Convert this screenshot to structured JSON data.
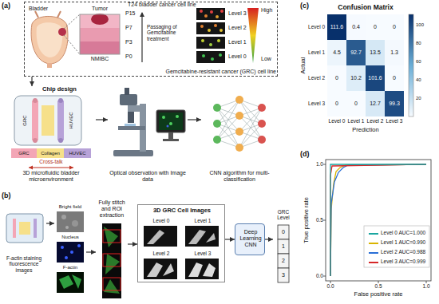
{
  "diagram": {
    "nodes": [
      {
        "text": [
          "Gemcitabine-resistant cancer (GRC) cell line"
        ]
      },
      {
        "text": [
          "Chip design",
          "3D microfluidic bladder microenvironment"
        ]
      },
      {
        "text": [
          "Optical observation with Image data"
        ]
      },
      {
        "text": [
          "CNN algorithm for multi-classification"
        ]
      },
      {
        "text": [
          "F-actin staining fluorescence images"
        ]
      },
      {
        "text": [
          "Bright field",
          "Nucleus",
          "F-actin"
        ]
      },
      {
        "text": [
          "Fully stitch and ROI extraction"
        ]
      },
      {
        "text": [
          "3D GRC Cell Images"
        ]
      },
      {
        "text": [
          "Level 0"
        ],
        "in": 7
      },
      {
        "text": [
          "Level 1"
        ],
        "in": 7
      },
      {
        "text": [
          "Level 2"
        ],
        "in": 7
      },
      {
        "text": [
          "Level 3"
        ],
        "in": 7
      },
      {
        "text": [
          "Deep Learning CNN"
        ]
      },
      {
        "text": [
          "GRC Level"
        ]
      }
    ],
    "edges": [
      {
        "from": 0,
        "to": 1,
        "arrow": "to"
      },
      {
        "from": 1,
        "to": 2,
        "arrow": "to"
      },
      {
        "from": 2,
        "to": 3,
        "arrow": "to"
      },
      {
        "from": 4,
        "to": 5,
        "arrow": "to"
      },
      {
        "from": 5,
        "to": 6,
        "arrow": "to"
      },
      {
        "from": 6,
        "to": 7,
        "arrow": "to"
      },
      {
        "from": 7,
        "to": 12,
        "arrow": "to"
      },
      {
        "from": 12,
        "to": 13,
        "arrow": "to"
      }
    ],
    "labels": [
      "(a)",
      "Bladder",
      "Tumor",
      "NMIBC",
      "T24 bladder cancer cell line",
      "P15",
      "P7",
      "P3",
      "P0",
      "Passaging of Gemcitabine treatment",
      "Level 3",
      "Level 2",
      "Level 1",
      "Level 0",
      "High",
      "Low",
      "GRC",
      "HUVEC",
      "GRC",
      "Collagen",
      "HUVEC",
      "Cross-talk",
      "(b)",
      "0",
      "1",
      "2",
      "3",
      "(c)",
      "Confusion Matrix",
      "Actual",
      "Prediction",
      "Level 0",
      "Level 1",
      "Level 2",
      "Level 3",
      "Level 0",
      "Level 1",
      "Level 2",
      "Level 3",
      "111.6",
      "0.4",
      "0",
      "0",
      "4.5",
      "92.7",
      "13.5",
      "1.3",
      "0",
      "10.2",
      "101.6",
      "0",
      "0",
      "0",
      "12.7",
      "99.3",
      "100",
      "80",
      "60",
      "40",
      "20",
      "(d)",
      "True positive rate",
      "False positive rate",
      "1.0",
      "0.5",
      "0.0",
      "0.0",
      "0.5",
      "1.0"
    ],
    "legend": [
      {
        "text": "Level 0 AUC=1.000",
        "color": "#1aa6a0"
      },
      {
        "text": "Level 1 AUC=0.990",
        "color": "#d9b400"
      },
      {
        "text": "Level 2 AUC=0.988",
        "color": "#2a6fd6"
      },
      {
        "text": "Level 3 AUC=0.999",
        "color": "#d62728"
      }
    ]
  }
}
